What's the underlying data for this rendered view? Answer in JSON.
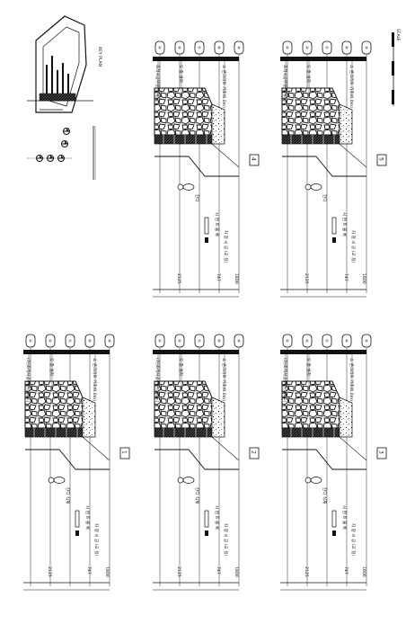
{
  "sheet": {
    "key_plan_label": "KEY PLAN",
    "scale_text": "SCALE"
  },
  "panels": [
    {
      "number": "1",
      "layer_tags": [
        "⑤",
        "⑥",
        "⑦",
        "⑧",
        "⑨"
      ],
      "callouts": [
        "(가)조적시공부분(상세도)",
        "도 종 설치",
        "소 콘크리트 기초(0.0m)"
      ],
      "dims": [
        "1800",
        "747",
        "2125"
      ],
      "annotations": [
        "잔디 식재",
        "시 멘 트 블 록",
        "자 갈 시 공 (교 정)"
      ]
    },
    {
      "number": "2",
      "layer_tags": [
        "⑤",
        "⑥",
        "⑦",
        "⑧",
        "⑨"
      ],
      "callouts": [
        "(가)조적시공부분(상세도)",
        "도 종 설치",
        "소 콘크리트 기초(0.0m)"
      ],
      "dims": [
        "1800",
        "747",
        "2125"
      ],
      "annotations": [
        "잔디 식재",
        "시 멘 트 블 록",
        "자 갈 시 공 (교 정)"
      ]
    },
    {
      "number": "3",
      "layer_tags": [
        "⑤",
        "⑥",
        "⑦",
        "⑧",
        "⑨"
      ],
      "callouts": [
        "(가)조적시공부분(상세도)",
        "도 종 설치",
        "소 콘크리트 기초(0.0m)"
      ],
      "dims": [
        "1800",
        "747",
        "2125"
      ],
      "annotations": [
        "잔디 식재",
        "시 멘 트 블 록",
        "자 갈 시 공 (교 정)"
      ]
    },
    {
      "number": "4",
      "layer_tags": [
        "⑤",
        "⑥",
        "⑦",
        "⑧",
        "⑨"
      ],
      "callouts": [
        "조적시공부분(상세도)",
        "도 종 설치",
        "소 콘크리트 기초(0.0m)"
      ],
      "dims": [
        "1800",
        "747",
        "2125"
      ],
      "annotations": [
        "잔디",
        "시 멘 트 블 록",
        "자 갈 시 공 (교 정)"
      ]
    },
    {
      "number": "5",
      "layer_tags": [
        "⑤",
        "⑥",
        "⑦",
        "⑧",
        "⑨"
      ],
      "callouts": [
        "조적시공부분(상세도)",
        "도 종 설치",
        "소 콘크리트 기초(0.0m)"
      ],
      "dims": [
        "1800",
        "747",
        "2125"
      ],
      "annotations": [
        "잔디",
        "시 멘 트 블 록",
        "자 갈 시 공 (교 정)"
      ]
    }
  ]
}
